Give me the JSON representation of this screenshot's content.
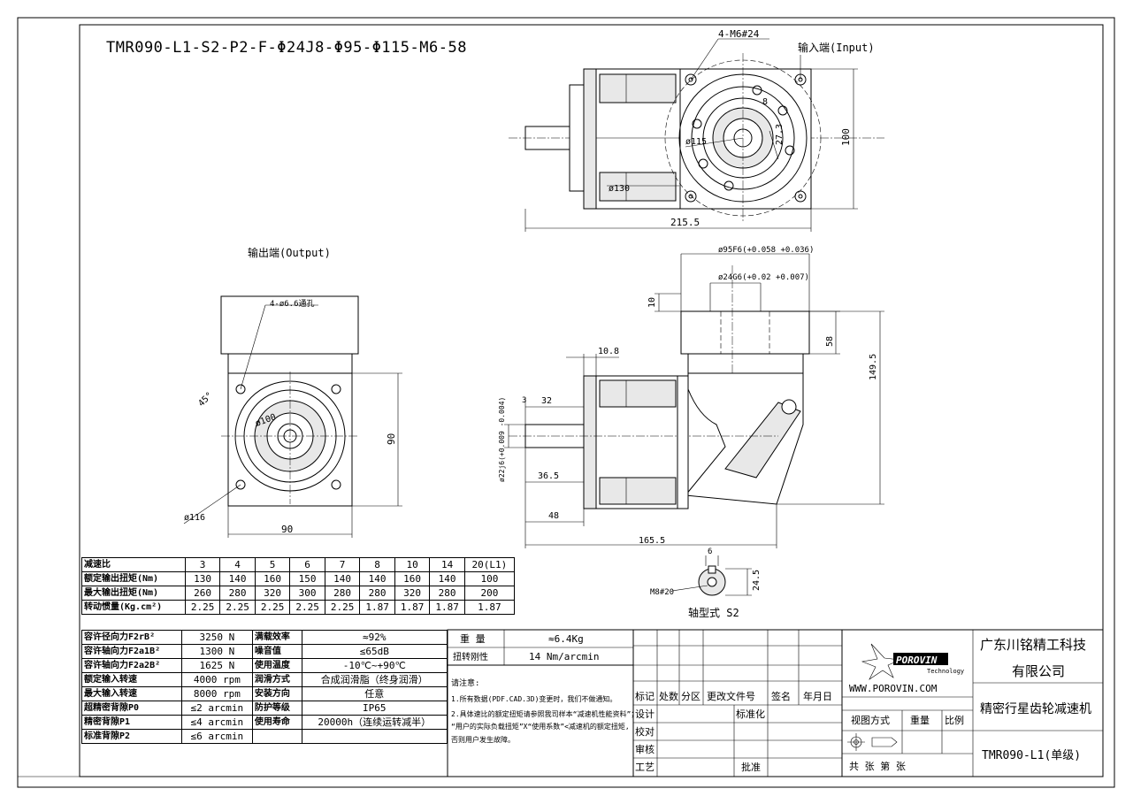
{
  "drawing_title": "TMR090-L1-S2-P2-F-Φ24J8-Φ95-Φ115-M6-58",
  "input_view": {
    "label": "输入端(Input)",
    "bolts": "4-M6#24",
    "dims": {
      "d115": "ø115",
      "d130": "ø130",
      "len": "215.5",
      "h": "100",
      "k8": "8",
      "k27": "27.3"
    }
  },
  "output_view": {
    "label": "输出端(Output)",
    "holes": "4-ø6.6通孔",
    "dims": {
      "angle": "45°",
      "d100": "ø100",
      "d116": "ø116",
      "w": "90",
      "h": "90"
    }
  },
  "side_view": {
    "dims": {
      "d95": "ø95F6(+0.058 +0.036)",
      "d24": "ø24G6(+0.02 +0.007)",
      "ten": "10",
      "fifty8": "58",
      "h149": "149.5",
      "t108": "10.8",
      "three": "3",
      "t32": "32",
      "d22": "ø22j6(+0.009 -0.004)",
      "t365": "36.5",
      "t48": "48",
      "t1655": "165.5"
    }
  },
  "shaft_section": {
    "label": "轴型式 S2",
    "bolt": "M8#20",
    "w": "6",
    "h": "24.5"
  },
  "ratio_table": {
    "rows": [
      [
        "减速比",
        "3",
        "4",
        "5",
        "6",
        "7",
        "8",
        "10",
        "14",
        "20(L1)"
      ],
      [
        "额定输出扭矩(Nm)",
        "130",
        "140",
        "160",
        "150",
        "140",
        "140",
        "160",
        "140",
        "100"
      ],
      [
        "最大输出扭矩(Nm)",
        "260",
        "280",
        "320",
        "300",
        "280",
        "280",
        "320",
        "280",
        "200"
      ],
      [
        "转动惯量(Kg.cm²)",
        "2.25",
        "2.25",
        "2.25",
        "2.25",
        "2.25",
        "1.87",
        "1.87",
        "1.87",
        "1.87"
      ]
    ]
  },
  "spec_table": {
    "rows": [
      [
        "容许径向力F2rB²",
        "3250 N",
        "满载效率",
        "≈92%"
      ],
      [
        "容许轴向力F2a1B²",
        "1300 N",
        "噪音值",
        "≤65dB"
      ],
      [
        "容许轴向力F2a2B²",
        "1625 N",
        "使用温度",
        "-10℃~+90℃"
      ],
      [
        "额定输入转速",
        "4000 rpm",
        "润滑方式",
        "合成润滑脂（终身润滑）"
      ],
      [
        "最大输入转速",
        "8000 rpm",
        "安装方向",
        "任意"
      ],
      [
        "超精密背隙P0",
        "≤2 arcmin",
        "防护等级",
        "IP65"
      ],
      [
        "精密背隙P1",
        "≤4 arcmin",
        "使用寿命",
        "20000h（连续运转减半）"
      ],
      [
        "标准背隙P2",
        "≤6 arcmin",
        "",
        ""
      ]
    ]
  },
  "weight": {
    "label": "重  量",
    "value": "≈6.4Kg"
  },
  "stiffness": {
    "label": "扭转刚性",
    "value": "14 Nm/arcmin"
  },
  "notes": {
    "title": "请注意:",
    "l1": "1.所有数据(PDF.CAD.3D)变更时，我们不做通知。",
    "l2": "2.具体速比的额定扭矩请参照我司样本“减速机性能资料”；",
    "l3": "“用户的实际负载扭矩”X“使用系数”<减速机的额定扭矩,",
    "l4": "否则用户发生故障。"
  },
  "revision_block": {
    "headers": [
      "标记",
      "处数",
      "分区",
      "更改文件号",
      "签名",
      "年月日"
    ],
    "rows": [
      "设计",
      "校对",
      "审核",
      "工艺"
    ],
    "std": "标准化",
    "approve": "批准"
  },
  "company": {
    "logo": "POROVIN",
    "logo_sub": "Technology",
    "url": "WWW.POROVIN.COM",
    "name_line1": "广东川铭精工科技",
    "name_line2": "有限公司",
    "product": "精密行星齿轮减速机",
    "model": "TMR090-L1(单级)",
    "view_method": "视图方式",
    "weight_lbl": "重量",
    "scale_lbl": "比例",
    "sheets": "共  张 第  张"
  }
}
